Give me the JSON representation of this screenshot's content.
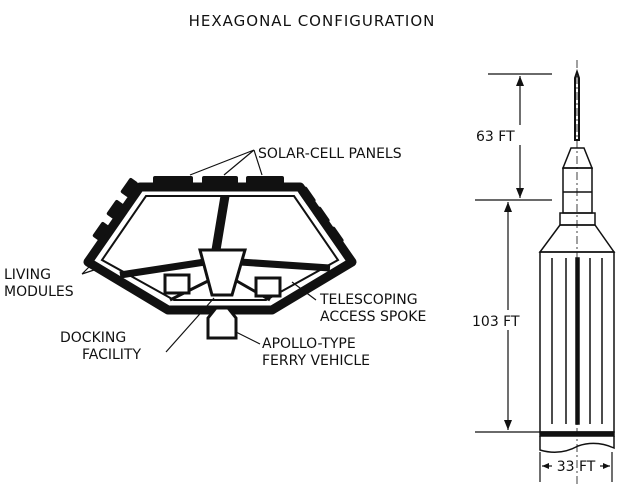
{
  "title": "HEXAGONAL CONFIGURATION",
  "labels": {
    "solar_panels": "SOLAR-CELL PANELS",
    "living_1": "LIVING",
    "living_2": "MODULES",
    "telescoping_1": "TELESCOPING",
    "telescoping_2": "ACCESS SPOKE",
    "docking_1": "DOCKING",
    "docking_2": "FACILITY",
    "apollo_1": "APOLLO-TYPE",
    "apollo_2": "FERRY VEHICLE"
  },
  "dimensions": {
    "upper": "63 FT",
    "lower": "103 FT",
    "width": "33 FT"
  }
}
